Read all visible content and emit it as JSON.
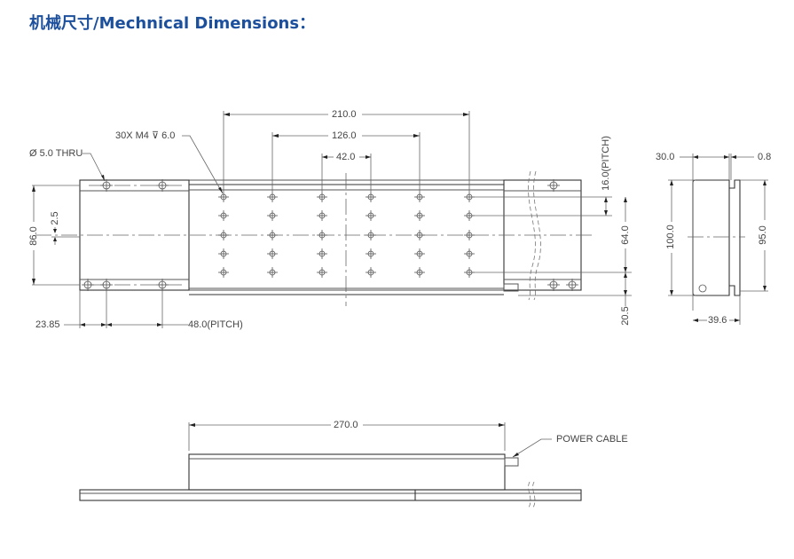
{
  "header": {
    "title": "机械尺寸/Mechnical Dimensions："
  },
  "top_view": {
    "callouts": {
      "thru_hole": "Ø 5.0 THRU",
      "tapped_holes": "30X  M4 ⊽ 6.0"
    },
    "dimensions": {
      "d210": "210.0",
      "d126": "126.0",
      "d42": "42.0",
      "d86": "86.0",
      "d2_5": "2.5",
      "d23_85": "23.85",
      "d48_pitch": "48.0(PITCH)",
      "d16_pitch": "16.0(PITCH)",
      "d64": "64.0",
      "d20_5": "20.5"
    },
    "hole_grid": {
      "columns": 6,
      "rows": 5,
      "count": 30
    }
  },
  "end_view": {
    "dimensions": {
      "d30": "30.0",
      "d0_8": "0.8",
      "d100": "100.0",
      "d95": "95.0",
      "d39_6": "39.6"
    }
  },
  "side_view": {
    "dimensions": {
      "d270": "270.0"
    },
    "callouts": {
      "power_cable": "POWER CABLE"
    }
  }
}
